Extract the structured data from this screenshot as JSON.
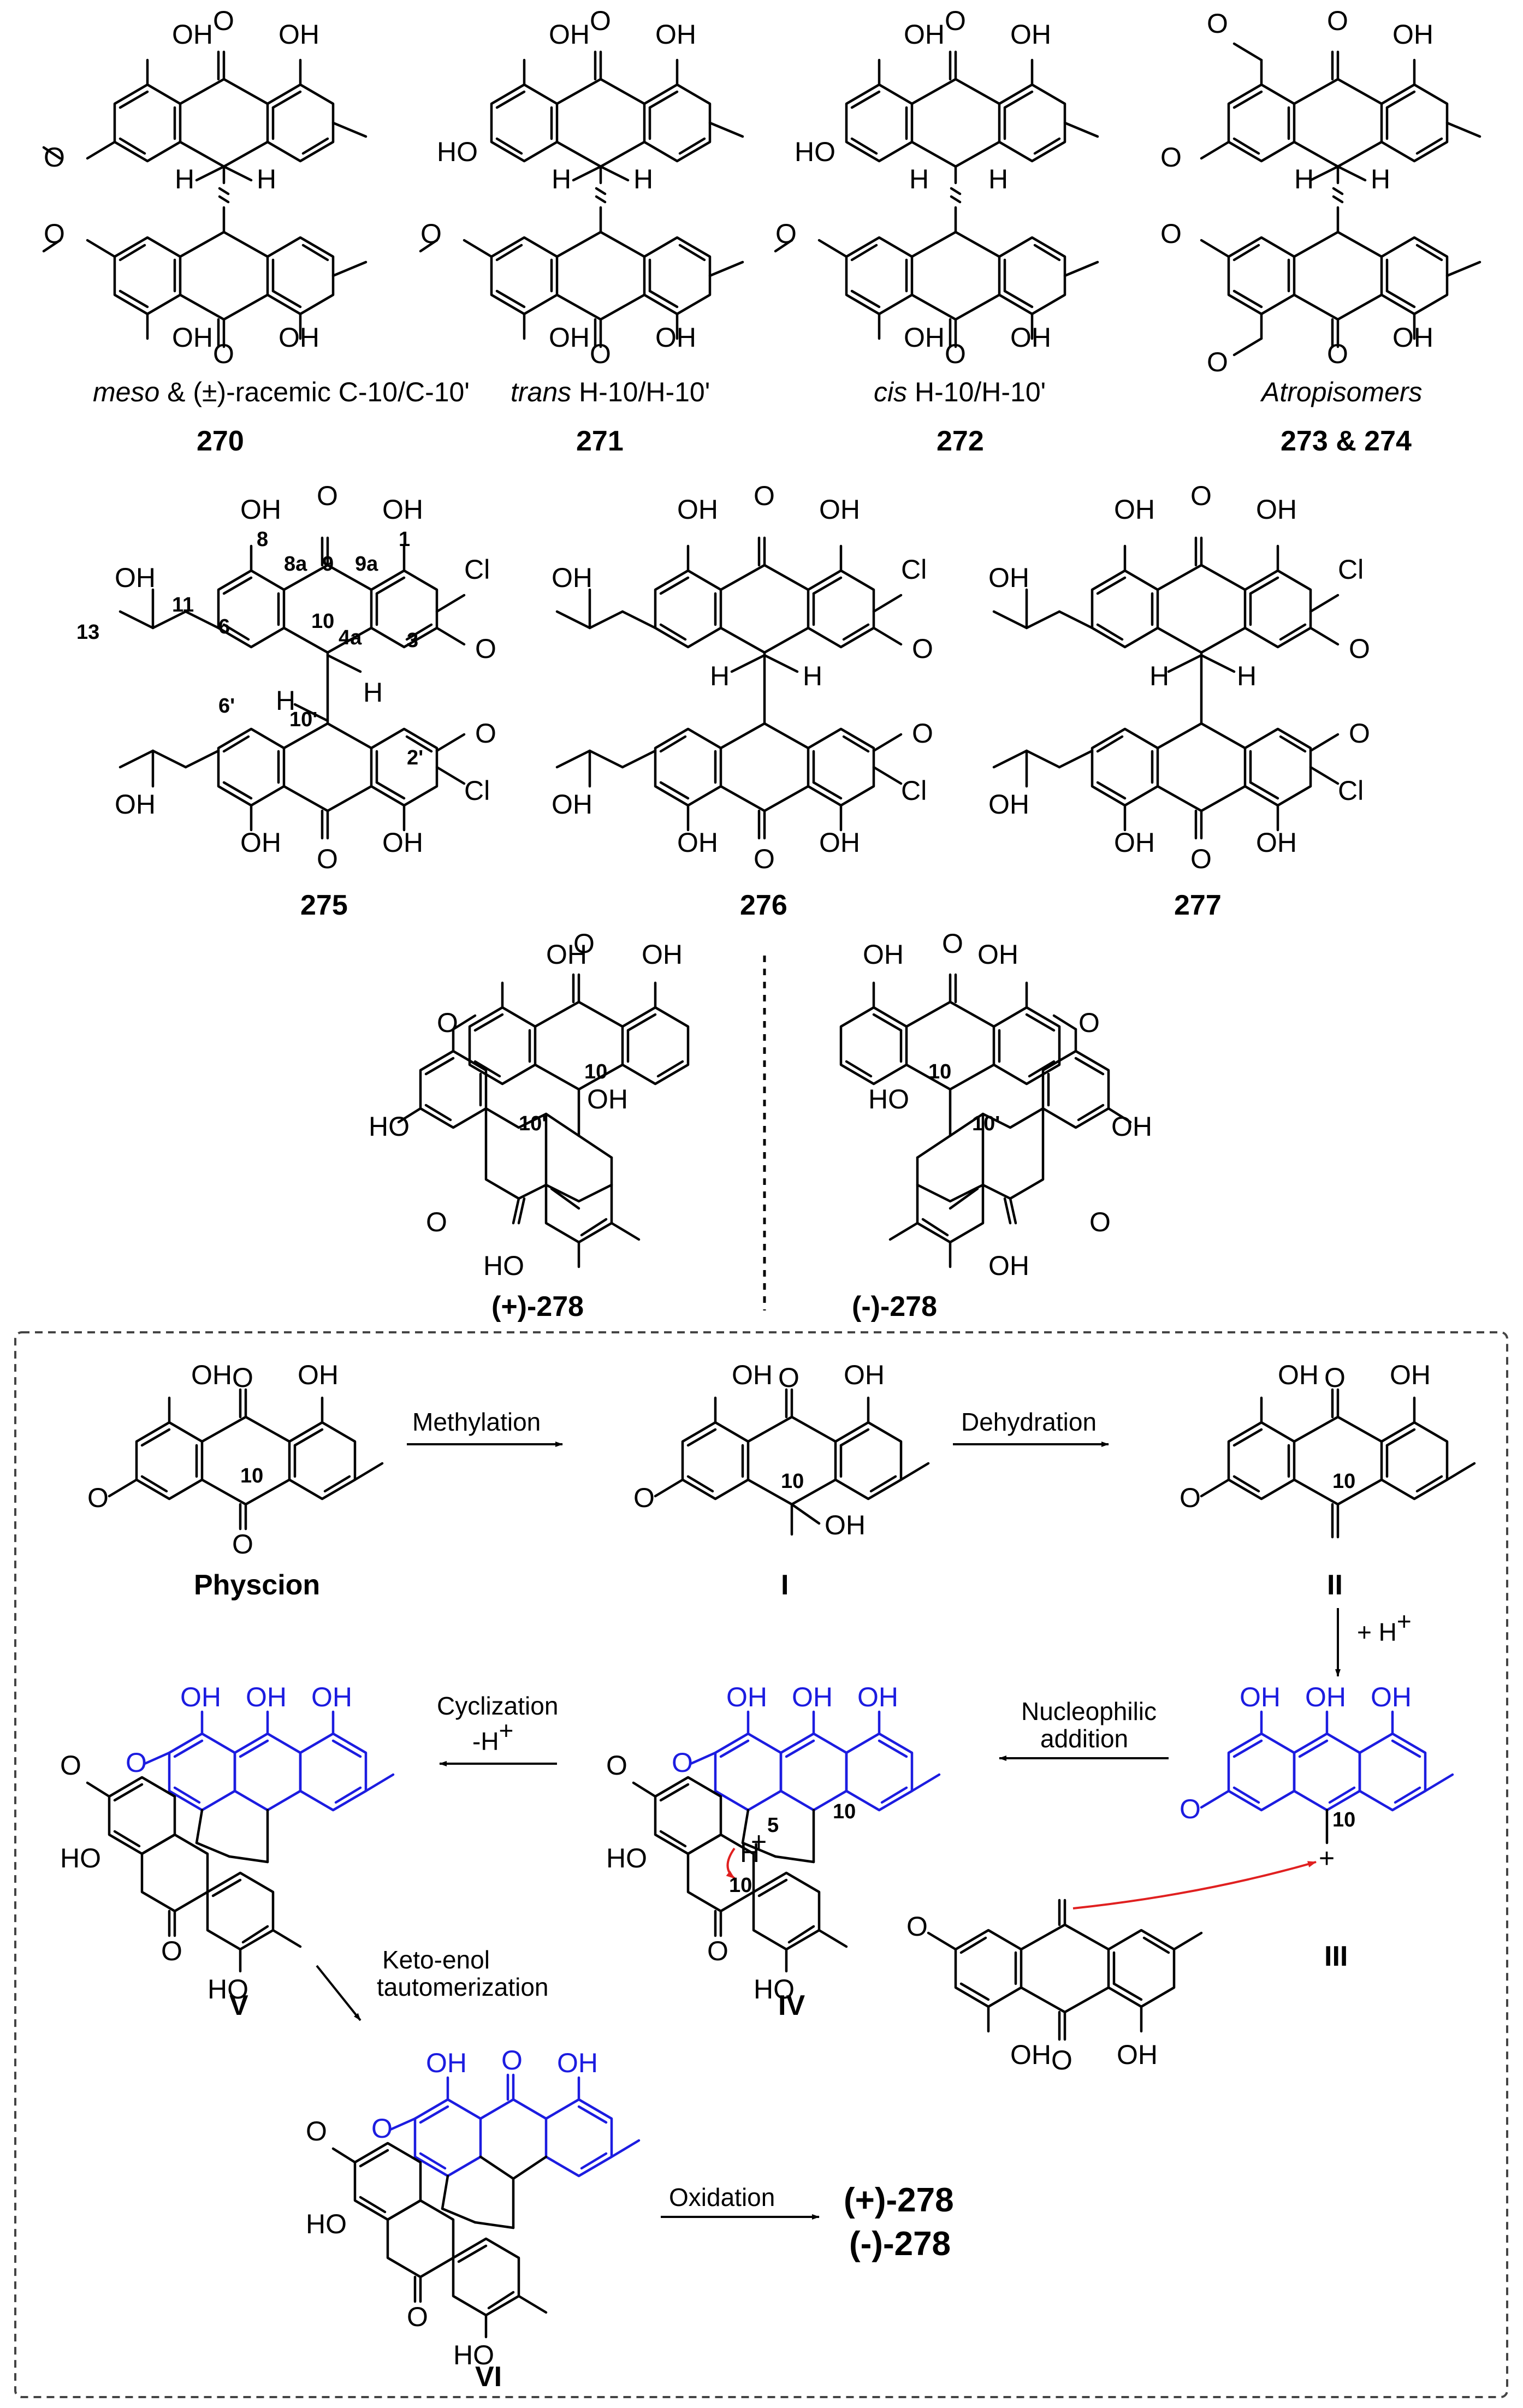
{
  "captions": {
    "c270a": "meso",
    "c270b": " & (±)-racemic C-10/C-10'",
    "c271a": "trans",
    "c271b": " H-10/H-10'",
    "c272a": "cis",
    "c272b": " H-10/H-10'",
    "c273": "Atropisomers"
  },
  "labels": {
    "l270": "270",
    "l271": "271",
    "l272": "272",
    "l273": "273 & 274",
    "l275": "275",
    "l276": "276",
    "l277": "277",
    "lp278": "(+)-278",
    "lm278": "(-)-278",
    "physcion": "Physcion",
    "I": "I",
    "II": "II",
    "III": "III",
    "IV": "IV",
    "V": "V",
    "VI": "VI",
    "final1": "(+)-278",
    "final2": "(-)-278"
  },
  "steps": {
    "methylation": "Methylation",
    "dehydration": "Dehydration",
    "protonation": "+ H",
    "protonation_sup": "+",
    "nucleophilic1": "Nucleophilic",
    "nucleophilic2": "addition",
    "cyclization": "Cyclization",
    "deprotonation": "-H",
    "deprotonation_sup": "+",
    "ketoenol1": "Keto-enol",
    "ketoenol2": "tautomerization",
    "oxidation": "Oxidation"
  },
  "atoms": {
    "OH": "OH",
    "HO": "HO",
    "O": "O",
    "H": "H",
    "Cl": "Cl",
    "plus": "+"
  },
  "numbering": {
    "n8": "8",
    "n8a": "8a",
    "n9": "9",
    "n9a": "9a",
    "n1": "1",
    "n3": "3",
    "n4a": "4a",
    "n6": "6",
    "n10": "10",
    "n11": "11",
    "n13": "13",
    "n6p": "6'",
    "n10p": "10'",
    "n2p": "2'",
    "n5": "5"
  },
  "colors": {
    "black": "#000000",
    "blue": "#1c1ce0",
    "arrow_red": "#e02020"
  }
}
